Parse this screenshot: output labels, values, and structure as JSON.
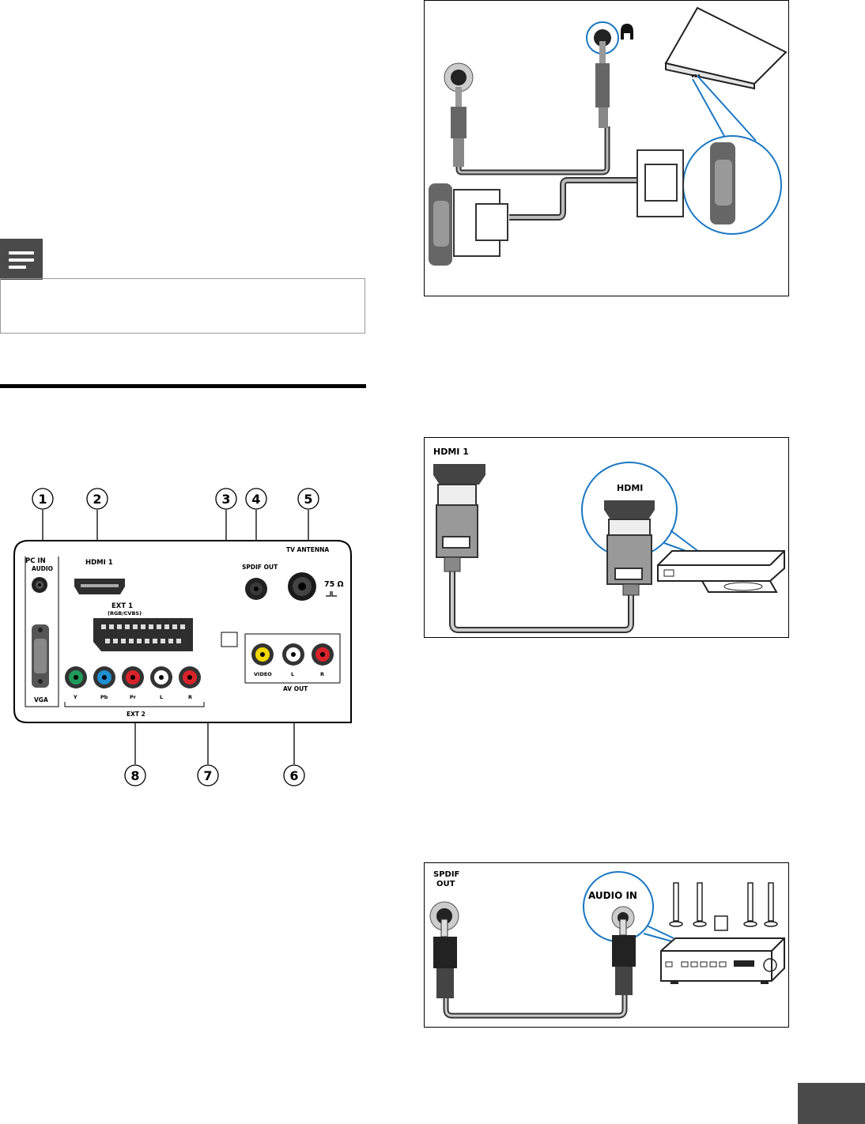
{
  "note": {
    "icon": "note-lines-icon"
  },
  "rear_panel": {
    "callouts": [
      "1",
      "2",
      "3",
      "4",
      "5",
      "6",
      "7",
      "8"
    ],
    "pc_in": "PC IN",
    "audio": "AUDIO",
    "vga": "VGA",
    "hdmi1": "HDMI 1",
    "ext1": "EXT 1",
    "ext1_sub": "(RGB/CVBS)",
    "spdif_out": "SPDIF OUT",
    "tv_antenna": "TV ANTENNA",
    "ohm": "75 Ω",
    "ext2_ports": [
      "Y",
      "Pb",
      "Pr",
      "L",
      "R"
    ],
    "ext2": "EXT 2",
    "av_ports": [
      "VIDEO",
      "L",
      "R"
    ],
    "av_out": "AV OUT"
  },
  "pc_diagram": {
    "laptop_mark": "VGA"
  },
  "hdmi_diagram": {
    "tv_label": "HDMI 1",
    "device_label": "HDMI"
  },
  "spdif_diagram": {
    "tv_label_1": "SPDIF",
    "tv_label_2": "OUT",
    "device_label": "AUDIO IN"
  },
  "colors": {
    "yellow": "#f2d800",
    "white": "#ffffff",
    "red": "#d8232a",
    "green": "#1f9a5b",
    "blue": "#1e8fd0",
    "callout_blue": "#1a78c2",
    "tab": "#4b4b4b"
  }
}
